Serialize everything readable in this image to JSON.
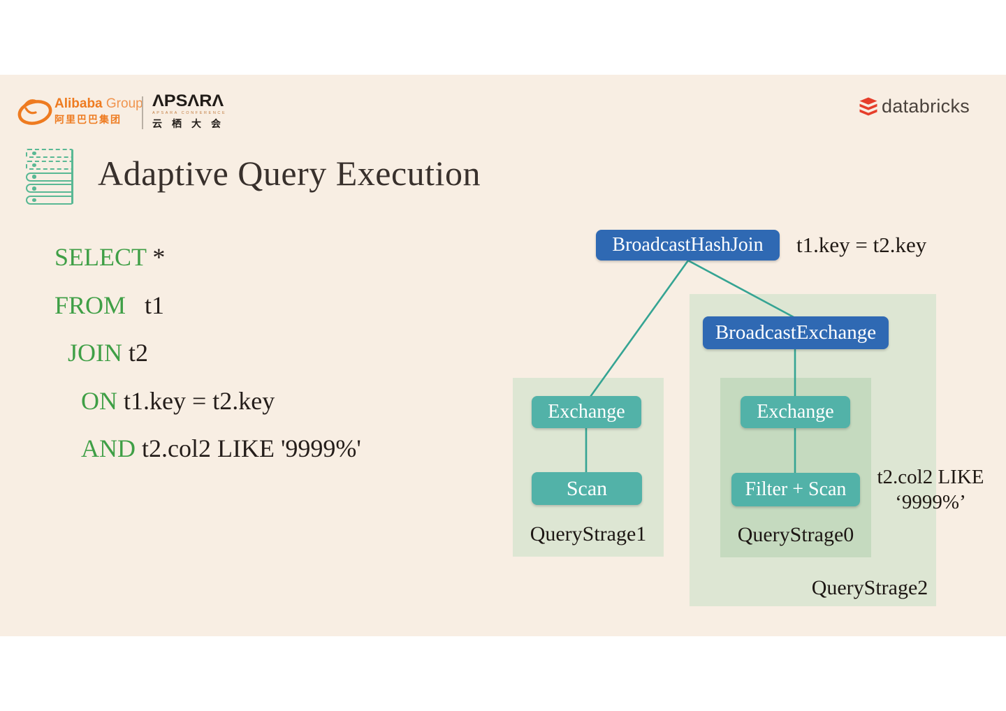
{
  "title": "Adaptive Query Execution",
  "header": {
    "alibaba": {
      "name_bold": "Alibaba",
      "name_light": " Group",
      "chinese_name": "阿里巴巴集团"
    },
    "apsara": {
      "wordmark": "ΛPSΛRΛ",
      "subtitle": "APSARA CONFERENCE",
      "chinese_name_chars": [
        "云",
        "栖",
        "大",
        "会"
      ]
    },
    "databricks": {
      "wordmark": "databricks"
    }
  },
  "sql": {
    "lines": [
      {
        "keyword": "SELECT",
        "rest": " *"
      },
      {
        "keyword": "FROM",
        "rest": "   t1"
      },
      {
        "keyword": "JOIN",
        "rest": " t2"
      },
      {
        "keyword": "ON",
        "rest": " t1.key = t2.key"
      },
      {
        "keyword": "AND",
        "rest": " t2.col2 LIKE '9999%'"
      }
    ]
  },
  "diagram": {
    "nodes": {
      "broadcast_hash_join": "BroadcastHashJoin",
      "broadcast_exchange": "BroadcastExchange",
      "exchange_left": "Exchange",
      "exchange_right": "Exchange",
      "scan": "Scan",
      "filter_scan": "Filter + Scan"
    },
    "annotations": {
      "join_condition": "t1.key = t2.key",
      "filter_condition_line1": "t2.col2 LIKE",
      "filter_condition_line2": "‘9999%’"
    },
    "stages": {
      "stage1": "QueryStrage1",
      "stage0": "QueryStrage0",
      "stage2": "QueryStrage2"
    }
  },
  "colors": {
    "slide_background": "#f8eee3",
    "letterbox": "#ffffff",
    "node_blue": "#2f69b3",
    "node_teal": "#52b2a8",
    "connector_teal": "#35a493",
    "stage_panel_light": "#dde6d3",
    "stage_panel_dark": "#c5dabf",
    "sql_keyword_green": "#3f9f46",
    "text_dark": "#241d1a",
    "alibaba_orange": "#ee7b20",
    "databricks_red": "#e63e2b",
    "title_icon_teal": "#59b894"
  }
}
